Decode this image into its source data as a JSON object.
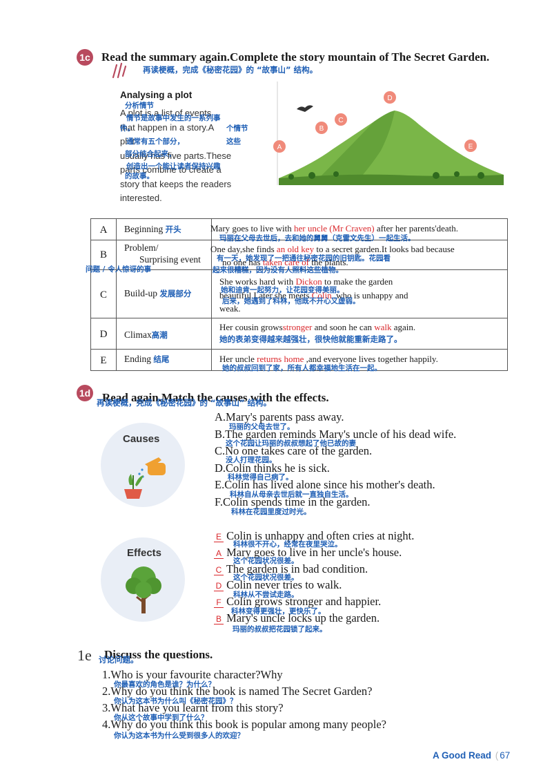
{
  "section_1c": {
    "badge": "1c",
    "title": "Read the summary again.Complete the story mountain of The Secret Garden.",
    "title_cn": "再读梗概，完成《秘密花园》的 “故事山” 结构。"
  },
  "plot_box": {
    "heading": "Analysing a plot",
    "heading_cn": "分析情节",
    "lines": [
      "A  plot  is  a  list  of events",
      "that  happen  in  a  story.A",
      "plot",
      "usually  has  five  parts.These",
      "parts  combine  to  create  a",
      "story that keeps the readers",
      "interested."
    ],
    "cn_lines": [
      "情节是故事中发生的一系列事",
      "件。",
      "个情节",
      "通常有五个部分，",
      "这些",
      "部分结合起来，",
      "创造出一个能让读者保持兴趣",
      "的故事。"
    ]
  },
  "mountain": {
    "labels": [
      "A",
      "B",
      "C",
      "D",
      "E"
    ],
    "colors": {
      "label_fill": "#f08a7a",
      "mountain": "#7ab648",
      "ground": "#d6e8b8",
      "sky": "#f3f7ee"
    }
  },
  "story_table": {
    "rows": [
      {
        "letter": "A",
        "label": "Beginning",
        "label_cn": "开头",
        "text_before": "Mary goes to live with",
        "answer": "her uncle (Mr Craven)",
        "text_after": "after her parents'death.",
        "cn": "玛丽在父母去世后，去和她的舅舅（克雷文先生）一起生活。"
      },
      {
        "letter": "B",
        "label": "Problem/",
        "label2": "Surprising event",
        "label_cn": "问题 / 令人惊讶的事",
        "text_before": "One day,she finds",
        "answer": "an old key",
        "text_after": "to a secret garden.It looks bad because",
        "line2_before": "no  one  has",
        "answer2": "taken care of",
        "line2_after": "the plants.",
        "cn": "有一天，她发现了一把通往秘密花园的旧钥匙。花园看",
        "cn2": "起来很糟糕，因为没有人照料这些植物。"
      },
      {
        "letter": "C",
        "label": "Build-up",
        "label_cn": "发展部分",
        "text_before": "She  works  hard  with",
        "answer": "Dickon",
        "text_after": "to  make  the  garden",
        "line2_before": "beautiful.Later,she  meets",
        "answer2": "Colin",
        "line2_after": ",who  is  unhappy  and",
        "line3": "weak.",
        "cn": "她和迪肯一起努力，让花园变得美丽。",
        "cn2": "后来，她遇到了科林，他既不开心又虚弱。"
      },
      {
        "letter": "D",
        "label": "Climax",
        "label_cn": "高潮",
        "text_before": "Her cousin grows",
        "answer": "stronger",
        "text_after": "and soon he can",
        "answer2": "walk",
        "line2_after": "again.",
        "cn": "她的表弟变得越来越强壮，很快他就能重新走路了。"
      },
      {
        "letter": "E",
        "label": "Ending",
        "label_cn": "结尾",
        "text_before": "Her uncle",
        "answer": "returns home",
        "text_after": ",and  everyone lives together happily.",
        "cn": "她的叔叔回到了家，所有人都幸福地生活在一起。"
      }
    ]
  },
  "section_1d": {
    "badge": "1d",
    "title": "Read again.Match the causes with the effects.",
    "title_cn": "再读梗概，完成《秘密花园》的 “故事山” 结构。",
    "causes_label": "Causes",
    "effects_label": "Effects",
    "causes": [
      {
        "text": "A.Mary's parents pass away.",
        "cn": "玛丽的父母去世了。"
      },
      {
        "text": "B.The garden reminds Mary's uncle of his dead wife.",
        "cn": "这个花园让玛丽的叔叔想起了他已故的妻"
      },
      {
        "text": "C.No one takes care of the garden.",
        "cn": "没人打理花园。"
      },
      {
        "text": "D.Colin thinks he is sick.",
        "cn": "科林觉得自己病了。"
      },
      {
        "text": "E.Colin has lived alone since his mother's death.",
        "cn": "科林自从母亲去世后就一直独自生活。"
      },
      {
        "text": "F.Colin spends time in the garden.",
        "cn": "科林在花园里度过时光。"
      }
    ],
    "effects": [
      {
        "answer": "E",
        "text": "Colin is unhappy and often cries at night.",
        "cn": "科林很不开心，经常在夜里哭泣。"
      },
      {
        "answer": "A",
        "text": "Mary goes to live in her uncle's house.",
        "cn": "这个花园状况很差。"
      },
      {
        "answer": "C",
        "text": "The garden is in bad condition.",
        "cn": "这个花园状况很差。"
      },
      {
        "answer": "D",
        "text": "Colin never tries to walk.",
        "cn": "科林从不尝试走路。"
      },
      {
        "answer": "F",
        "text": "Colin grows stronger and happier.",
        "cn": "科林变得更强壮，更快乐了。"
      },
      {
        "answer": "B",
        "text": "Mary's uncle locks up the garden.",
        "cn": "玛丽的叔叔把花园锁了起来。"
      }
    ]
  },
  "section_1e": {
    "badge": "1e",
    "title": "Discuss the questions.",
    "title_cn": "讨论问题。",
    "questions": [
      {
        "text": "1.Who  is  your  favourite  character?Why",
        "cn": "你最喜欢的角色是谁？为什么？"
      },
      {
        "text": "2.Why do you think the book is named The Secret Garden?",
        "cn": "你认为这本书为什么叫《秘密花园》？"
      },
      {
        "text": "3.What have you learnt from this story?",
        "cn": "你从这个故事中学到了什么？"
      },
      {
        "text": "4.Why do you think this book is popular among many people?",
        "cn": "你认为这本书为什么受到很多人的欢迎？"
      }
    ]
  },
  "footer": {
    "book": "A Good Read",
    "page": "67"
  }
}
